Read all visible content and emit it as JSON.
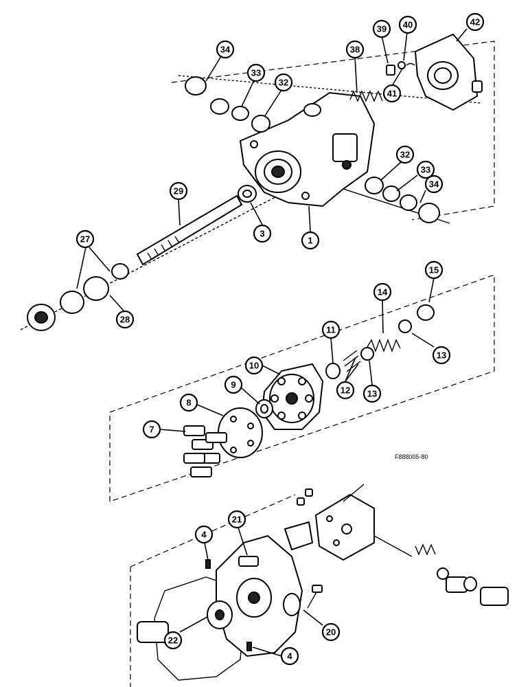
{
  "figure_id": "F888005-80",
  "callouts": [
    {
      "label": "34"
    },
    {
      "label": "33"
    },
    {
      "label": "32"
    },
    {
      "label": "38"
    },
    {
      "label": "39"
    },
    {
      "label": "40"
    },
    {
      "label": "41"
    },
    {
      "label": "42"
    },
    {
      "label": "32"
    },
    {
      "label": "33"
    },
    {
      "label": "34"
    },
    {
      "label": "29"
    },
    {
      "label": "3"
    },
    {
      "label": "1"
    },
    {
      "label": "27"
    },
    {
      "label": "28"
    },
    {
      "label": "15"
    },
    {
      "label": "14"
    },
    {
      "label": "11"
    },
    {
      "label": "10"
    },
    {
      "label": "13"
    },
    {
      "label": "12"
    },
    {
      "label": "13"
    },
    {
      "label": "9"
    },
    {
      "label": "8"
    },
    {
      "label": "7"
    },
    {
      "label": "21"
    },
    {
      "label": "4"
    },
    {
      "label": "20"
    },
    {
      "label": "22"
    },
    {
      "label": "4"
    }
  ]
}
